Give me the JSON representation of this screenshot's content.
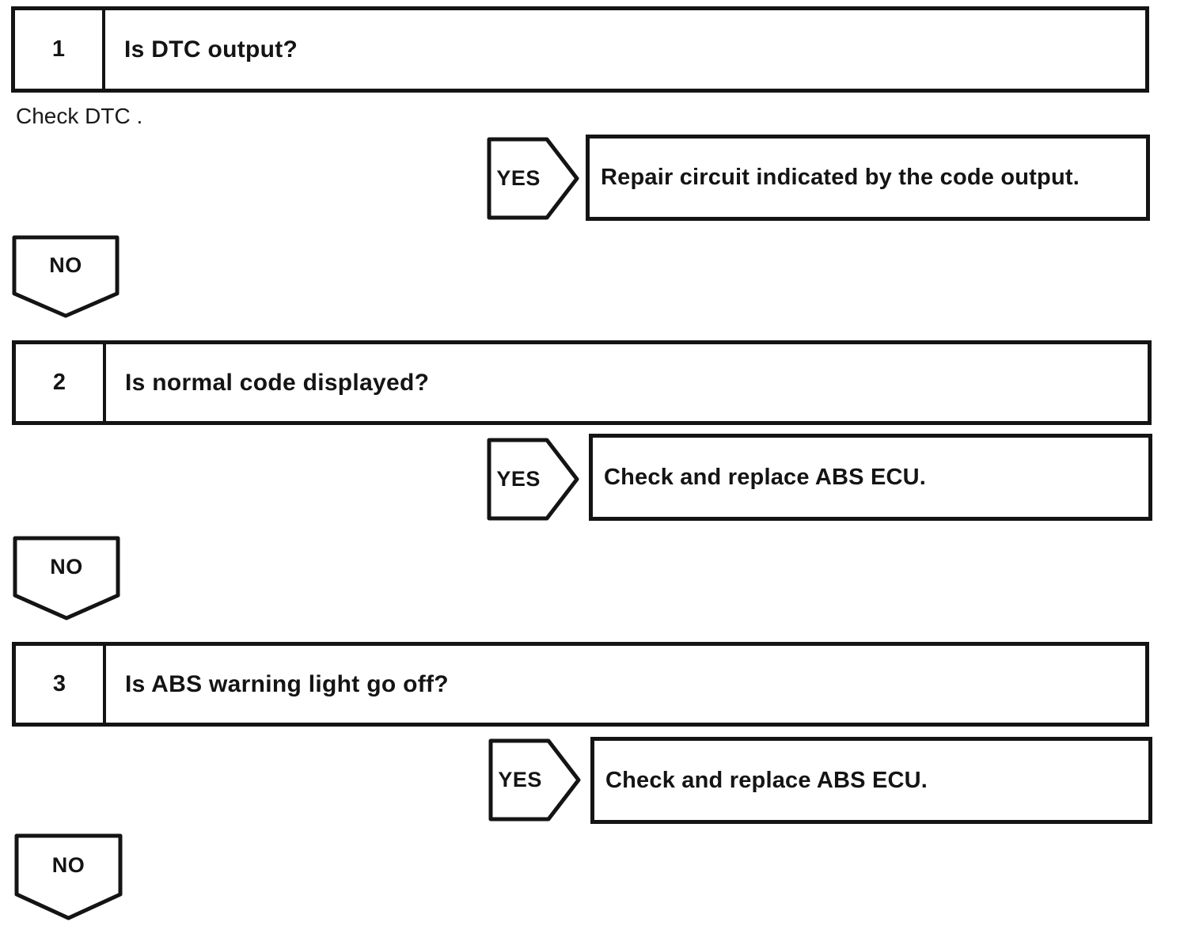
{
  "flowchart": {
    "note": "Check DTC .",
    "colors": {
      "line": "#141414",
      "background": "#ffffff"
    },
    "steps": [
      {
        "number": "1",
        "question": "Is DTC output?",
        "yes_label": "YES",
        "yes_result": "Repair circuit indicated by the code output.",
        "no_label": "NO"
      },
      {
        "number": "2",
        "question": "Is normal code displayed?",
        "yes_label": "YES",
        "yes_result": "Check and replace ABS ECU.",
        "no_label": "NO"
      },
      {
        "number": "3",
        "question": "Is ABS warning light go off?",
        "yes_label": "YES",
        "yes_result": "Check and replace ABS ECU.",
        "no_label": "NO"
      }
    ]
  }
}
